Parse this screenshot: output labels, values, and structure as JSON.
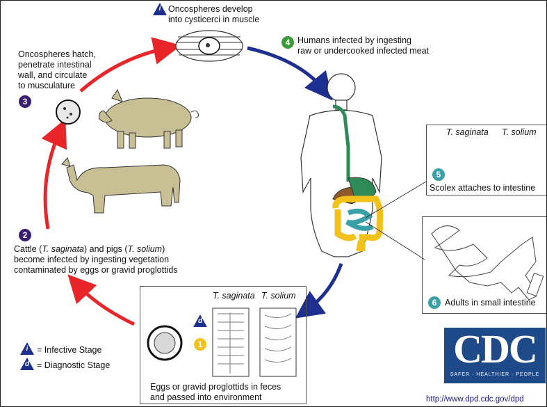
{
  "stages": {
    "s1": {
      "badge": "1"
    },
    "s2": {
      "badge": "2",
      "line1_pre": "Cattle (",
      "line1_it1": "T. saginata",
      "line1_mid": ") and pigs (",
      "line1_it2": "T. solium",
      "line1_post": ")",
      "line2": "become infected by ingesting vegetation",
      "line3": "contaminated by eggs or gravid proglottids"
    },
    "s3": {
      "badge": "3",
      "line1": "Oncospheres hatch,",
      "line2": "penetrate intestinal",
      "line3": "wall, and circulate",
      "line4": "to musculature"
    },
    "s4": {
      "badge": "4",
      "line1": "Humans infected by ingesting",
      "line2": "raw or undercooked infected meat"
    },
    "s5": {
      "badge": "5",
      "label": "Scolex attaches to intestine",
      "species_a": "T. saginata",
      "species_b": "T. solium"
    },
    "s6": {
      "badge": "6",
      "label": "Adults in small intestine"
    },
    "top": {
      "badge": "i",
      "line1": "Oncospheres develop",
      "line2": "into cysticerci in muscle"
    },
    "eggs": {
      "badge_d": "d",
      "species_a": "T. saginata",
      "species_b": "T. solium",
      "line1": "Eggs or gravid proglottids in feces",
      "line2": "and passed into environment"
    }
  },
  "legend": {
    "infective_letter": "i",
    "infective": "= Infective Stage",
    "diagnostic_letter": "d",
    "diagnostic": "= Diagnostic Stage"
  },
  "logo": {
    "text": "CDC",
    "tagline": "SAFER · HEALTHIER · PEOPLE",
    "url": "http://www.dpd.cdc.gov/dpd"
  },
  "colors": {
    "red_arrow": "#e8262a",
    "blue_arrow": "#1d2f8f",
    "purple": "#3a1f6e",
    "green": "#3b9a3a",
    "teal": "#3aa0a8",
    "yellow": "#f2c21a",
    "animal": "#c8bf94",
    "cdc_blue": "#1f4a8a",
    "gut_green": "#2e8b57",
    "gut_yellow": "#f2c21a",
    "gut_brown": "#8b5a2b",
    "gut_teal": "#3aa0a8"
  }
}
